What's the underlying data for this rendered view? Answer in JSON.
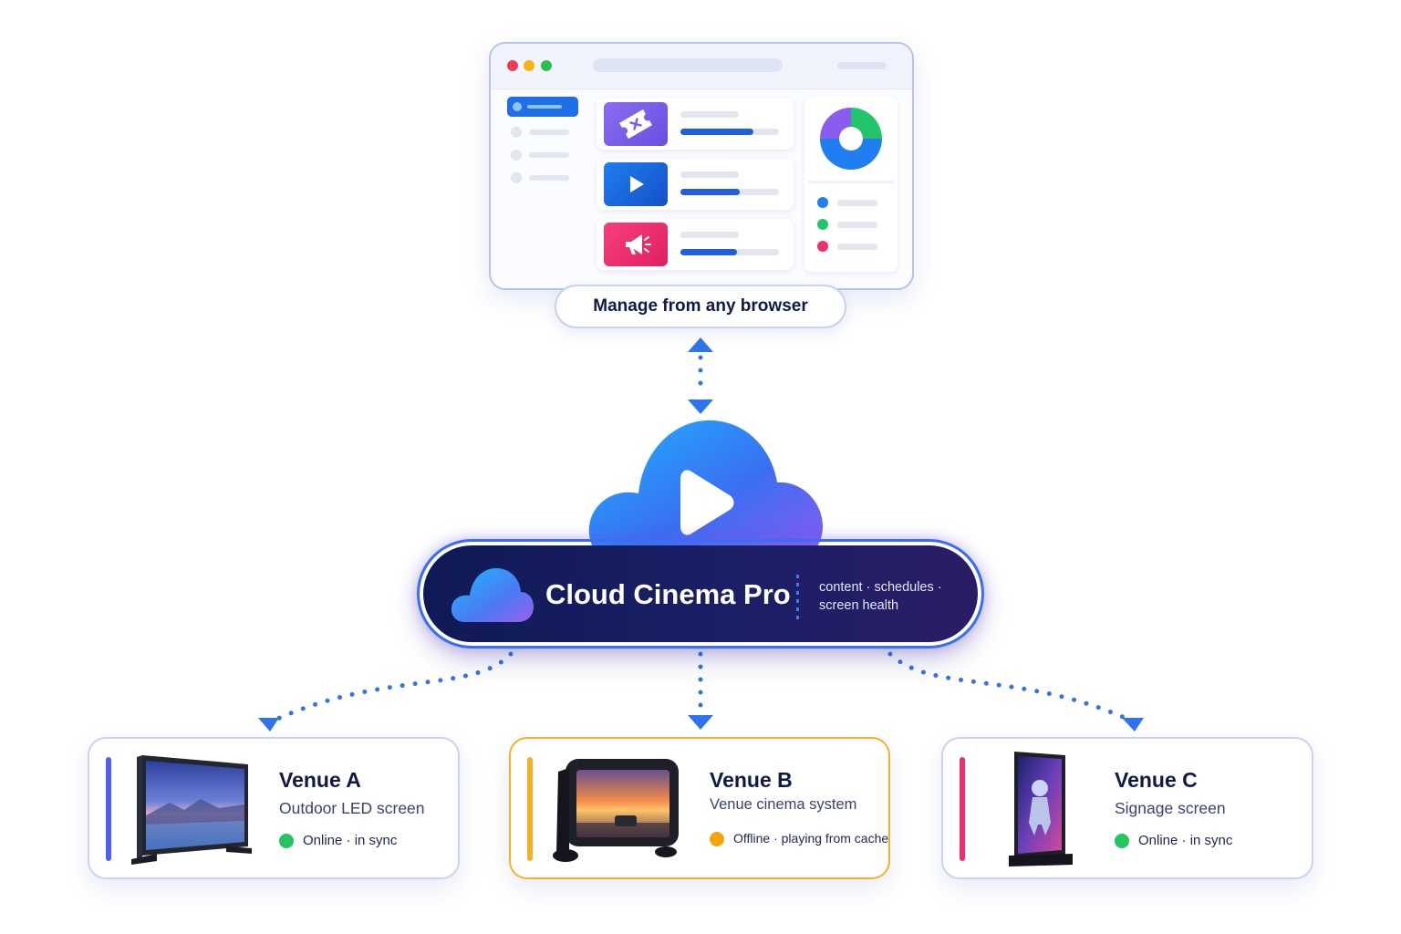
{
  "browser": {
    "caption": "Manage from any browser",
    "window_dot_colors": [
      "#f03d55",
      "#f5b316",
      "#26c24c"
    ],
    "cards": [
      {
        "icon": "ticket-icon",
        "tile_color": "#7a5ce8",
        "progress": 0.74
      },
      {
        "icon": "play-icon",
        "tile_color": "#1c67db",
        "progress": 0.6
      },
      {
        "icon": "megaphone-icon",
        "tile_color": "#ee2f6b",
        "progress": 0.57
      }
    ],
    "donut_chart": {
      "colors": [
        "#22c569",
        "#1f7ef0",
        "#8b5cf0"
      ]
    },
    "legend_colors": [
      "#1f7ef0",
      "#22c569",
      "#ee2f6b"
    ]
  },
  "hub": {
    "title": "Cloud Cinema Pro",
    "subtitle": "content · schedules · screen health"
  },
  "venues": [
    {
      "name": "Venue A",
      "type": "Outdoor LED screen",
      "status": "Online · in sync",
      "status_color": "#22c55e",
      "accent_color": "#4f5ff0"
    },
    {
      "name": "Venue B",
      "type": "Venue cinema system",
      "status": "Offline · playing from cache",
      "status_color": "#f5a60f",
      "accent_color": "#f5b028"
    },
    {
      "name": "Venue C",
      "type": "Signage screen",
      "status": "Online · in sync",
      "status_color": "#22c55e",
      "accent_color": "#ee2f6b"
    }
  ]
}
